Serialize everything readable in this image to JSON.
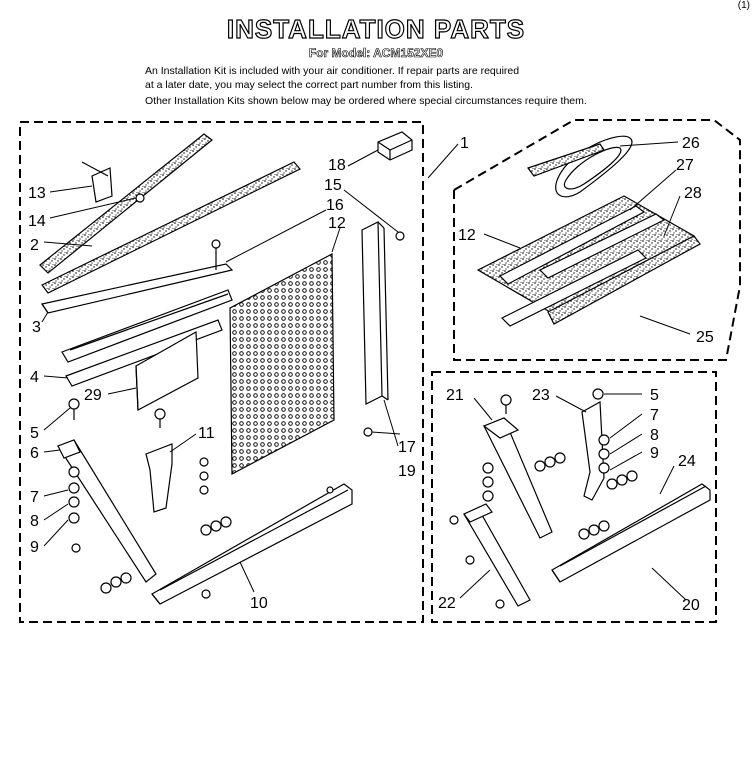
{
  "header": {
    "title": "INSTALLATION PARTS",
    "subtitle": "For Model: ACM152XE0",
    "note_line1": "An Installation Kit is included with your air conditioner. If repair parts are required",
    "note_line2": "at a later date, you may select the correct part number from this listing.",
    "note_line3": "Other Installation Kits shown below may be ordered where special circumstances require them.",
    "corner_mark": "(1)"
  },
  "callouts": {
    "c1": "1",
    "c2": "2",
    "c3": "3",
    "c4": "4",
    "c5a": "5",
    "c5b": "5",
    "c6": "6",
    "c7a": "7",
    "c7b": "7",
    "c8a": "8",
    "c8b": "8",
    "c9a": "9",
    "c9b": "9",
    "c10": "10",
    "c11": "11",
    "c12a": "12",
    "c12b": "12",
    "c13": "13",
    "c14": "14",
    "c15": "15",
    "c16": "16",
    "c17": "17",
    "c18": "18",
    "c19": "19",
    "c20": "20",
    "c21": "21",
    "c22": "22",
    "c23": "23",
    "c24": "24",
    "c25": "25",
    "c26": "26",
    "c27": "27",
    "c28": "28",
    "c29": "29"
  }
}
